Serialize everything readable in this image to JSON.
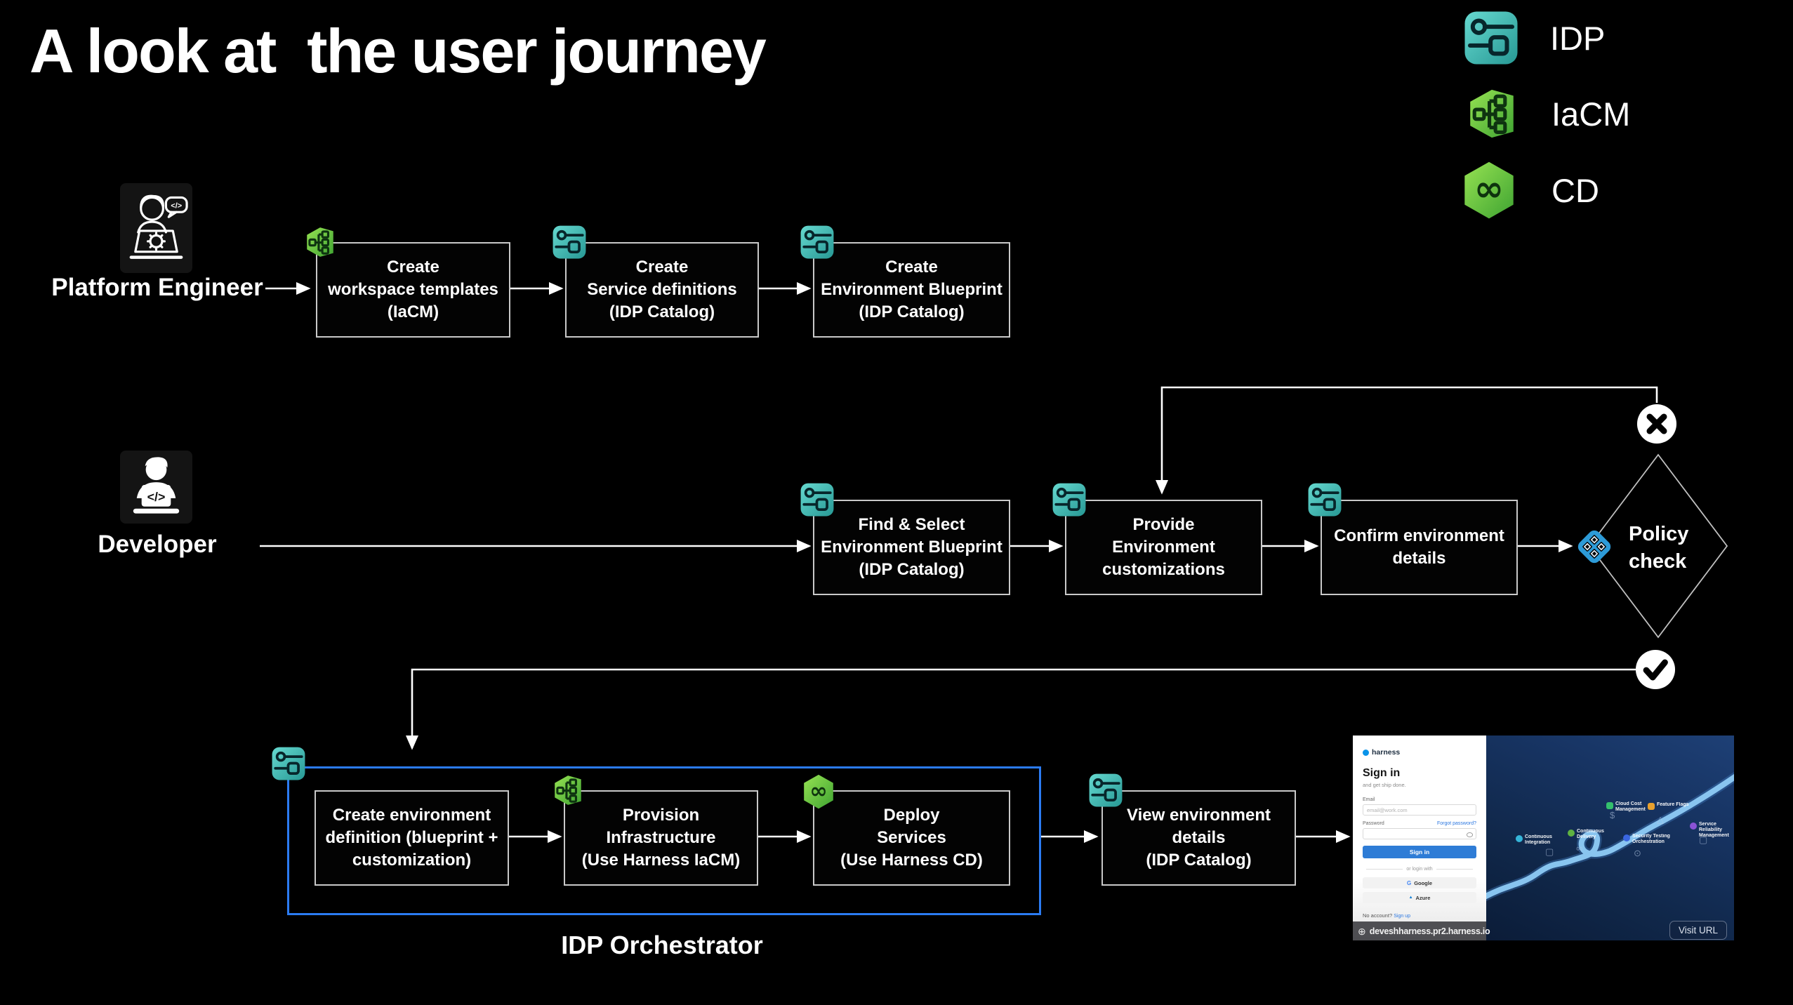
{
  "title": "A look at  the user journey",
  "legend": {
    "items": [
      {
        "icon": "idp-icon",
        "label": "IDP"
      },
      {
        "icon": "iacm-icon",
        "label": "IaCM"
      },
      {
        "icon": "cd-icon",
        "label": "CD"
      }
    ]
  },
  "actors": {
    "platform_engineer": "Platform Engineer",
    "developer": "Developer"
  },
  "flow": {
    "row1": [
      {
        "icon": "iacm",
        "text": "Create\nworkspace templates\n(IaCM)"
      },
      {
        "icon": "idp",
        "text": "Create\nService definitions\n(IDP Catalog)"
      },
      {
        "icon": "idp",
        "text": "Create\nEnvironment Blueprint\n(IDP Catalog)"
      }
    ],
    "row2": [
      {
        "icon": "idp",
        "text": "Find & Select\nEnvironment Blueprint\n(IDP Catalog)"
      },
      {
        "icon": "idp",
        "text": "Provide\nEnvironment\ncustomizations"
      },
      {
        "icon": "idp",
        "text": "Confirm environment\ndetails"
      }
    ],
    "row3": [
      {
        "icon": "none",
        "text": "Create environment\ndefinition (blueprint +\ncustomization)"
      },
      {
        "icon": "iacm",
        "text": "Provision\nInfrastructure\n(Use Harness IaCM)"
      },
      {
        "icon": "cd",
        "text": "Deploy\nServices\n(Use Harness CD)"
      },
      {
        "icon": "idp",
        "text": "View environment\ndetails\n(IDP Catalog)"
      }
    ],
    "decision": {
      "icon": "policy-icon",
      "label": "Policy\ncheck"
    },
    "pass_icon": "check-circle",
    "fail_icon": "x-circle",
    "container_label": "IDP Orchestrator"
  },
  "screenshot": {
    "brand": "harness",
    "heading": "Sign in",
    "subheading": "and get ship done.",
    "email_label": "Email",
    "email_placeholder": "email@work.com",
    "password_label": "Password",
    "forgot_link": "Forgot password?",
    "signin_button": "Sign in",
    "divider": "or login with",
    "google_button": "Google",
    "azure_button": "Azure",
    "footer_text": "No account?",
    "signup_link": "Sign up",
    "url": "deveshharness.pr2.harness.io",
    "visit_button": "Visit URL",
    "modules": [
      {
        "label": "Continuous\nIntegration",
        "color": "#35b5d9"
      },
      {
        "label": "Continuous\nDelivery",
        "color": "#5fb341"
      },
      {
        "label": "Cloud Cost\nManagement",
        "color": "#34c06d"
      },
      {
        "label": "Feature Flags",
        "color": "#e8a12e"
      },
      {
        "label": "Security Testing\nOrchestration",
        "color": "#3a66e0"
      },
      {
        "label": "Service Reliability\nManagement",
        "color": "#8a53d6"
      }
    ]
  },
  "colors": {
    "background": "#000000",
    "box_border": "#c9c9c9",
    "orchestrator_border": "#2b7bf2",
    "idp_teal": "#3fc0ba",
    "iacm_green": "#6fcf3f",
    "cd_green": "#5ec43a",
    "policy_blue": "#2d9bd8",
    "signin_blue": "#2e7cd6"
  }
}
